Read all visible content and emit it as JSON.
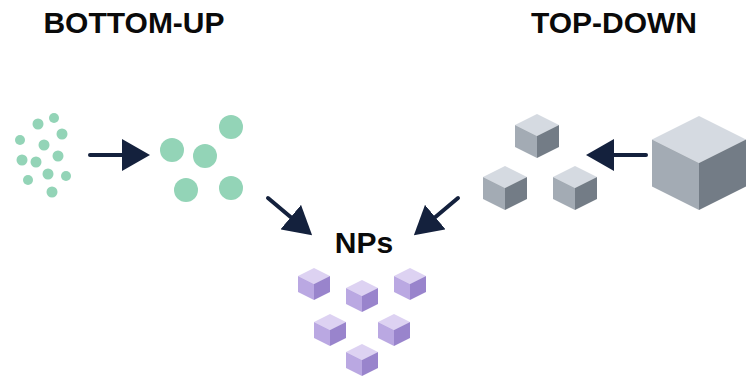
{
  "diagram": {
    "labels": [
      "BOTTOM-UP",
      "TOP-DOWN",
      "NPs"
    ]
  }
}
